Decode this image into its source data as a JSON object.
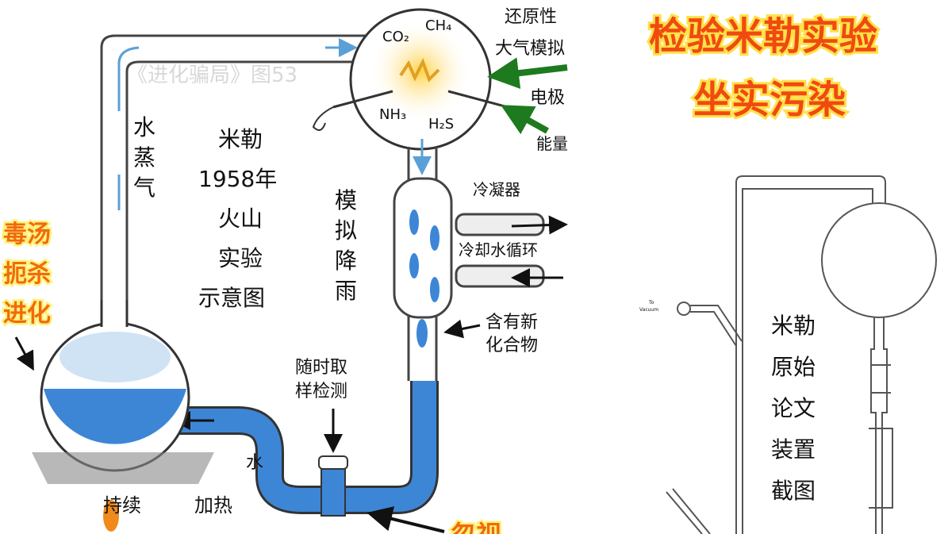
{
  "watermark": "《进化骗局》图53",
  "gases": {
    "co2": "CO₂",
    "ch4": "CH₄",
    "nh3": "NH₃",
    "h2s": "H₂S"
  },
  "labels": {
    "atmosphere": [
      "还原性",
      "大气模拟"
    ],
    "electrode": "电极",
    "energy": "能量",
    "vapor": [
      "水",
      "蒸",
      "气"
    ],
    "miller": [
      "米勒",
      "1958年",
      "火山",
      "实验",
      "示意图"
    ],
    "rain": [
      "模",
      "拟",
      "降",
      "雨"
    ],
    "condenser": "冷凝器",
    "cooling": "冷却水循环",
    "compounds": [
      "含有新",
      "化合物"
    ],
    "sampling": [
      "随时取",
      "样检测"
    ],
    "water": "水",
    "heat": [
      "持续",
      "加热"
    ],
    "poison": [
      "毒汤",
      "扼杀",
      "进化"
    ],
    "ignore": "忽视",
    "original": [
      "米勒",
      "原始",
      "论文",
      "装置",
      "截图"
    ],
    "vacuum": [
      "To",
      "Vacuum"
    ]
  },
  "title": [
    "检验米勒实验",
    "坐实污染"
  ],
  "colors": {
    "water": "#3d86d6",
    "title": "#f04a10",
    "arrow_green": "#1e7a1e"
  }
}
